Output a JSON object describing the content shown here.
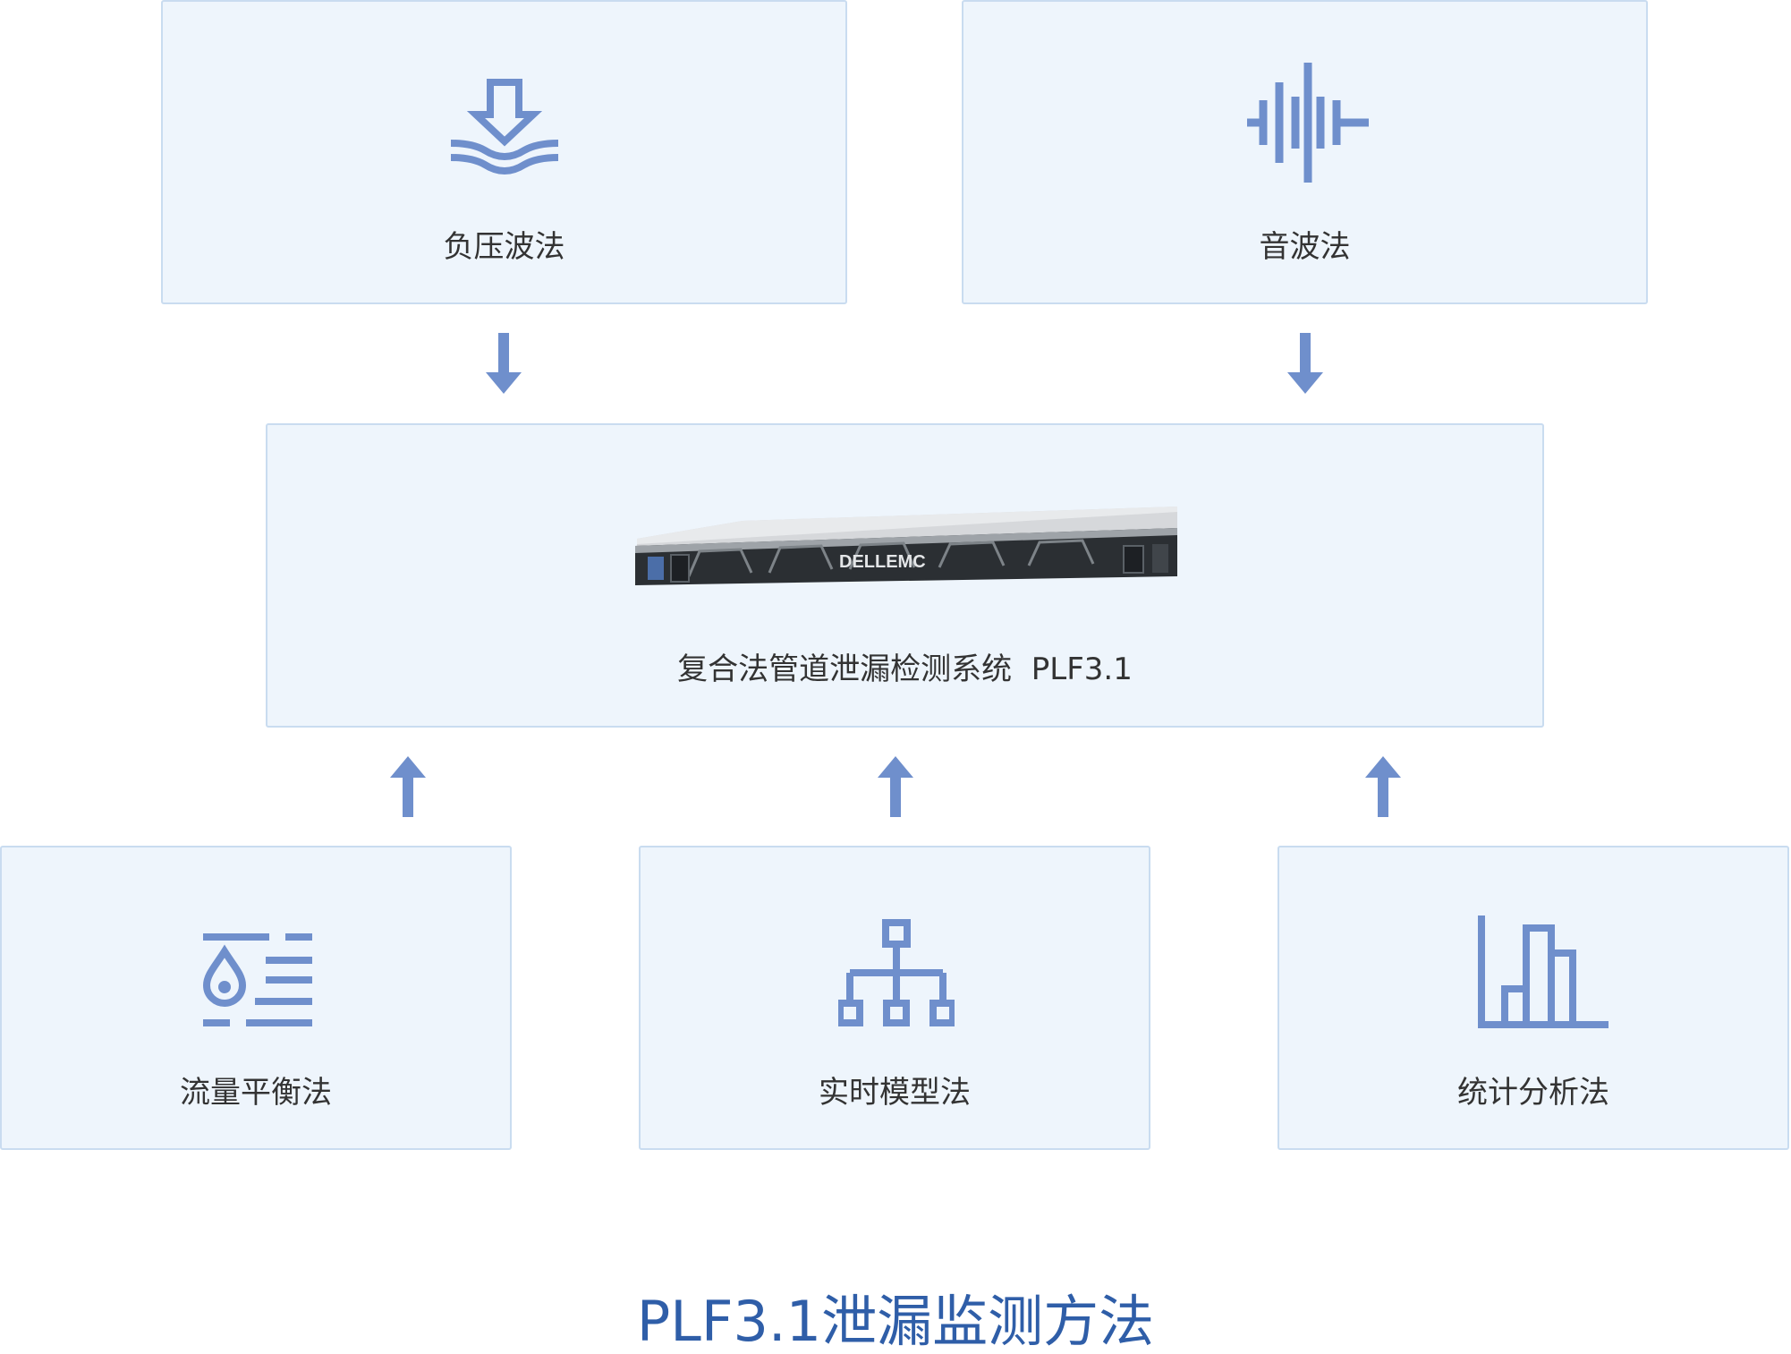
{
  "colors": {
    "box_fill": "#eef5fc",
    "box_border": "#c9dcf0",
    "icon": "#6f8fcc",
    "arrow": "#6f8fcc",
    "label": "#333333",
    "caption": "#2f5ea8"
  },
  "inputs": [
    {
      "label": "负压波法",
      "icon": "pressure-wave-icon"
    },
    {
      "label": "音波法",
      "icon": "sound-wave-icon"
    }
  ],
  "center": {
    "label": "复合法管道泄漏检测系统  PLF3.1",
    "image": "server-image",
    "brand": "DELLEMC"
  },
  "methods": [
    {
      "label": "流量平衡法",
      "icon": "flow-balance-icon"
    },
    {
      "label": "实时模型法",
      "icon": "network-model-icon"
    },
    {
      "label": "统计分析法",
      "icon": "bar-chart-icon"
    }
  ],
  "caption": "PLF3.1泄漏监测方法"
}
